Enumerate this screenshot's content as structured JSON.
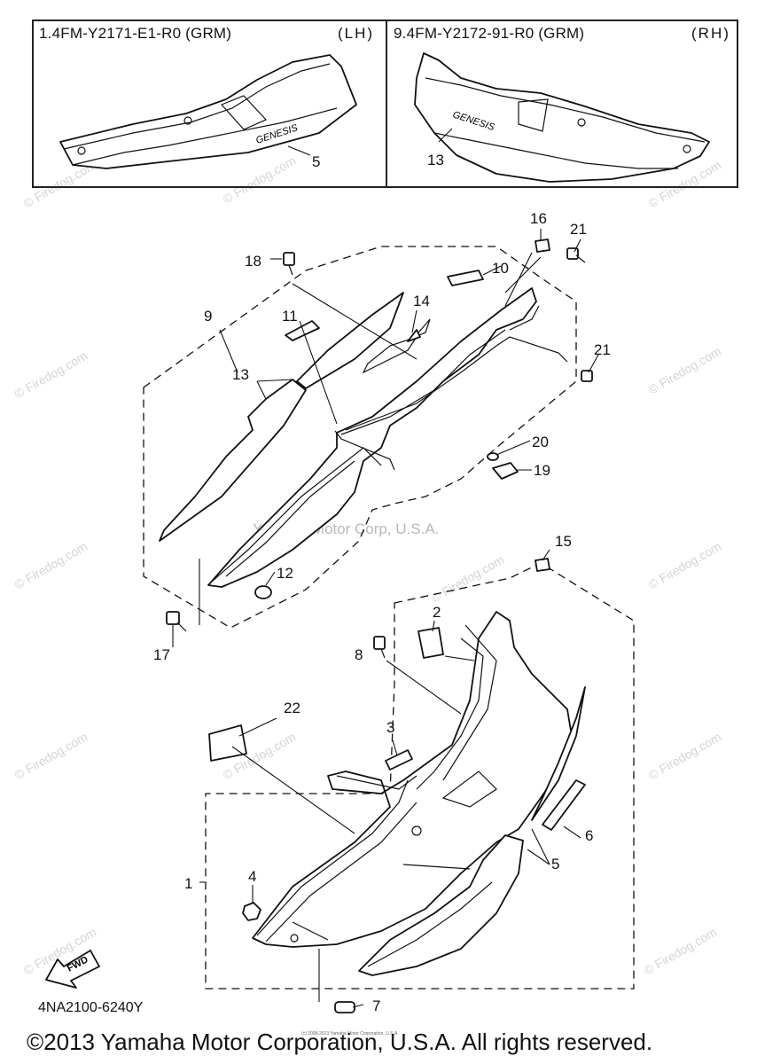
{
  "header": {
    "left_code": "1.4FM-Y2171-E1-R0 (GRM)",
    "left_side": "(LH)",
    "right_code": "9.4FM-Y2172-91-R0 (GRM)",
    "right_side": "(RH)"
  },
  "callouts": {
    "c1": "1",
    "c2": "2",
    "c3": "3",
    "c4": "4",
    "c5": "5",
    "c5b": "5",
    "c6": "6",
    "c7": "7",
    "c8": "8",
    "c9": "9",
    "c10": "10",
    "c11": "11",
    "c12": "12",
    "c13": "13",
    "c13b": "13",
    "c14": "14",
    "c15": "15",
    "c16": "16",
    "c17": "17",
    "c18": "18",
    "c19": "19",
    "c20": "20",
    "c21": "21",
    "c21b": "21",
    "c22": "22"
  },
  "decal_text": "GENESIS",
  "fwd_label": "FWD",
  "watermark": "© Firedog.com",
  "center_watermark": "Yamaha Motor Corp, U.S.A.",
  "diagram_code": "4NA2100-6240Y",
  "tiny_credit": "(c) 2008-2013 Yamaha Motor Corporation, U.S.A.",
  "copyright": "©2013 Yamaha Motor Corporation, U.S.A. All rights reserved."
}
